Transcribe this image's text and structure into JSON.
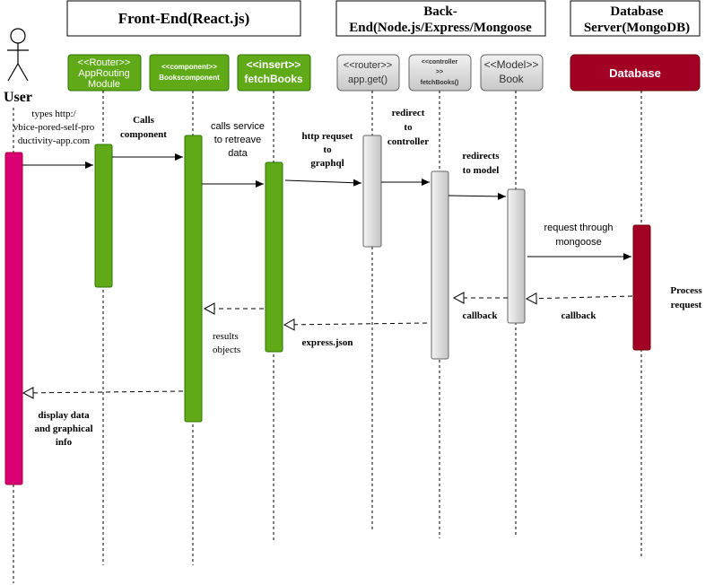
{
  "groups": {
    "frontend": "Front-End(React.js)",
    "backend_line1": "Back-",
    "backend_line2": "End(Node.js/Express/Mongoose",
    "db_line1": "Database",
    "db_line2": "Server(MongoDB)"
  },
  "actor": {
    "label": "User"
  },
  "lifelines": {
    "router_stereo": "<<Router>>",
    "router_line1": "AppRouting",
    "router_line2": "Module",
    "component_stereo": "<<component>>",
    "component_name": "Bookscomponent",
    "insert_stereo": "<<insert>>",
    "insert_name": "fetchBooks",
    "approuter_stereo": "<<router>>",
    "approuter_name": "app.get()",
    "controller_stereo_1": "<<controller",
    "controller_stereo_2": ">>",
    "controller_name": "fetchBooks()",
    "model_stereo": "<<Model>>",
    "model_name": "Book",
    "database_name": "Database"
  },
  "messages": {
    "m1_line1": "types http:/",
    "m1_line2": "vbice-pored-self-pro",
    "m1_line3": "ductivity-app.com",
    "m2_line1": "Calls",
    "m2_line2": "component",
    "m3_line1": "calls service",
    "m3_line2": "to retreave",
    "m3_line3": "data",
    "m4_line1": "http requset",
    "m4_line2": "to",
    "m4_line3": "graphql",
    "m5_line1": "redirect",
    "m5_line2": "to",
    "m5_line3": "controller",
    "m6_line1": "redirects",
    "m6_line2": "to model",
    "m7_line1": "request through",
    "m7_line2": "mongoose",
    "process_line1": "Process",
    "process_line2": "request",
    "callback_1": "callback",
    "callback_2": "callback",
    "express_json": "express.json",
    "results_line1": "results",
    "results_line2": "objects",
    "display_line1": "display data",
    "display_line2": "and graphical",
    "display_line3": "info"
  },
  "colors": {
    "green": "#60a917",
    "green_border": "#2d7600",
    "magenta": "#d80073",
    "magenta_border": "#a50040",
    "crimson": "#a20025",
    "crimson_border": "#6f0000",
    "gray_fill": "#e0e0e0",
    "gray_border": "#666666"
  }
}
